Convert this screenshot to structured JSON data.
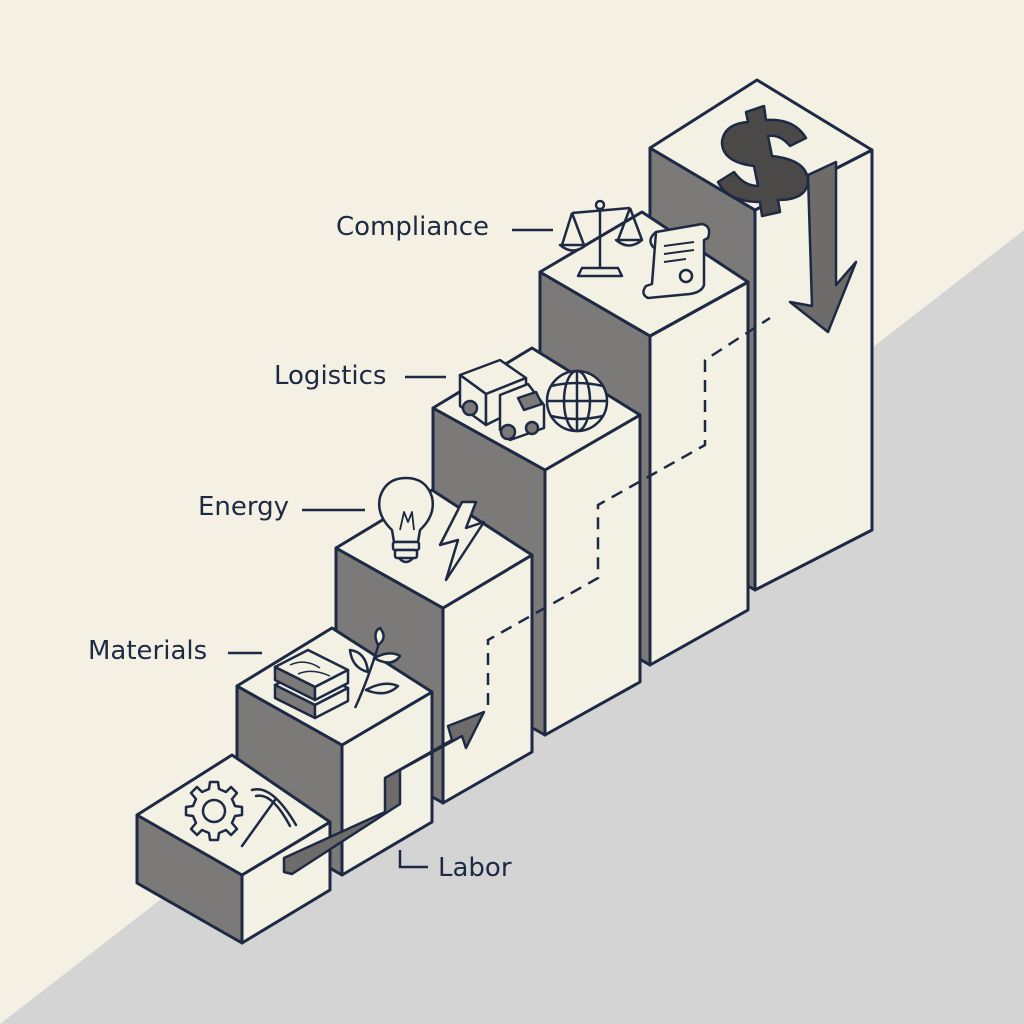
{
  "colors": {
    "background": "#f4f1e4",
    "floor": "#d4d4d4",
    "block_face": "#f3f1e4",
    "block_shadow": "#7c7a78",
    "ink": "#1e2a44",
    "arrow": "#6e6c6a"
  },
  "steps": [
    {
      "label": "Labor",
      "icons": [
        "gear-icon",
        "pickaxe-icon"
      ]
    },
    {
      "label": "Materials",
      "icons": [
        "wood-planks-icon",
        "plant-sprout-icon"
      ]
    },
    {
      "label": "Energy",
      "icons": [
        "lightbulb-icon",
        "lightning-bolt-icon"
      ]
    },
    {
      "label": "Logistics",
      "icons": [
        "delivery-truck-icon",
        "globe-icon"
      ]
    },
    {
      "label": "Compliance",
      "icons": [
        "balance-scale-icon",
        "certificate-scroll-icon"
      ]
    },
    {
      "label": "",
      "icons": [
        "dollar-sign-icon"
      ]
    }
  ]
}
